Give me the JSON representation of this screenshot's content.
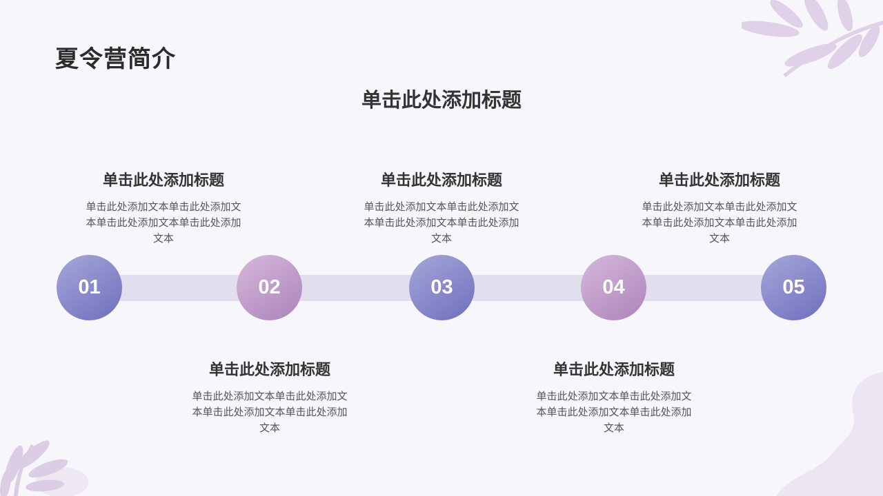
{
  "page_title": "夏令营简介",
  "section_heading": "单击此处添加标题",
  "colors": {
    "background": "#f7f6fb",
    "track": "#e1dfee",
    "node_blue": "#7f80c6",
    "node_mauve": "#b994c4",
    "leaf": "#d9cbe3"
  },
  "steps": [
    {
      "number": "01",
      "title": "单击此处添加标题",
      "text": "单击此处添加文本单击此处添加文本单击此处添加文本单击此处添加文本"
    },
    {
      "number": "02",
      "title": "单击此处添加标题",
      "text": "单击此处添加文本单击此处添加文本单击此处添加文本单击此处添加文本"
    },
    {
      "number": "03",
      "title": "单击此处添加标题",
      "text": "单击此处添加文本单击此处添加文本单击此处添加文本单击此处添加文本"
    },
    {
      "number": "04",
      "title": "单击此处添加标题",
      "text": "单击此处添加文本单击此处添加文本单击此处添加文本单击此处添加文本"
    },
    {
      "number": "05",
      "title": "单击此处添加标题",
      "text": "单击此处添加文本单击此处添加文本单击此处添加文本单击此处添加文本"
    }
  ],
  "decorations": [
    "leaf-sprig-icon",
    "leaf-sprig-icon",
    "blob-shape"
  ]
}
